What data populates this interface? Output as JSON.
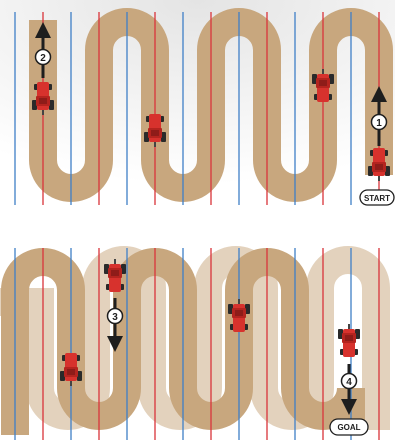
{
  "colors": {
    "path": "#c8a77e",
    "path_ghost": "#e3d2bd",
    "stripe_red": "#d9343a",
    "stripe_blue": "#3f7fc7",
    "tractor_body": "#d7322d",
    "tractor_dark": "#8e1c19",
    "tire": "#2a2a2a",
    "arrow": "#1e1e1e",
    "background_top": "#ececec"
  },
  "labels": {
    "start": "START",
    "goal": "GOAL",
    "step_1": "1",
    "step_2": "2",
    "step_3": "3",
    "step_4": "4"
  },
  "icons": {
    "tractor": "tractor-icon",
    "direction": "arrow-icon"
  }
}
